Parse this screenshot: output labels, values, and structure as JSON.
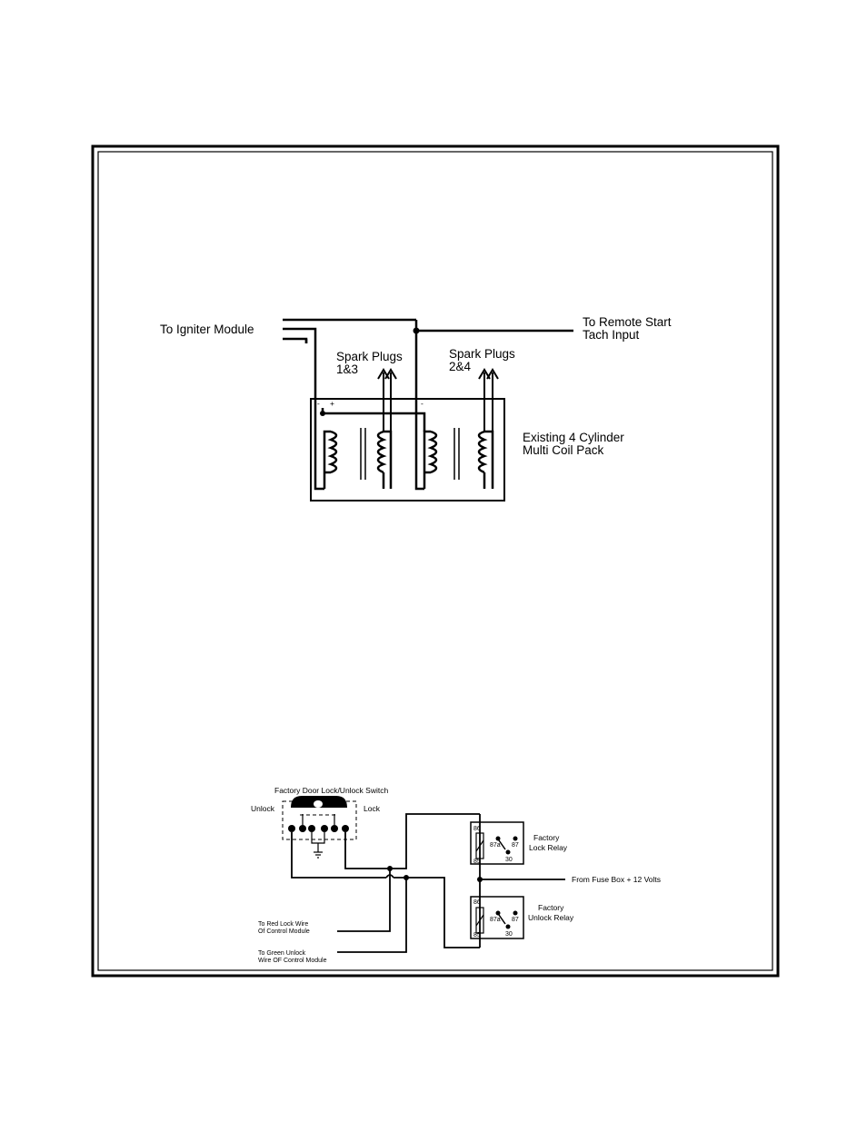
{
  "coil_diagram": {
    "igniter_label": "To Igniter Module",
    "tach_label_line1": "To Remote Start",
    "tach_label_line2": "Tach Input",
    "plugs_13_line1": "Spark Plugs",
    "plugs_13_line2": "1&3",
    "plugs_24_line1": "Spark Plugs",
    "plugs_24_line2": "2&4",
    "coil_pack_line1": "Existing 4 Cylinder",
    "coil_pack_line2": "Multi Coil Pack",
    "terminal_minus_left": "-",
    "terminal_plus": "+",
    "terminal_minus_right": "-"
  },
  "lock_diagram": {
    "switch_title": "Factory Door Lock/Unlock Switch",
    "unlock_label": "Unlock",
    "lock_label": "Lock",
    "lock_relay_line1": "Factory",
    "lock_relay_line2": "Lock Relay",
    "unlock_relay_line1": "Factory",
    "unlock_relay_line2": "Unlock Relay",
    "fuse_label": "From Fuse Box + 12 Volts",
    "red_wire_line1": "To Red Lock Wire",
    "red_wire_line2": "Of Control Module",
    "green_wire_line1": "To Green Unlock",
    "green_wire_line2": "Wire OF Control Module",
    "pin_86": "86",
    "pin_85": "85",
    "pin_87a": "87a",
    "pin_87": "87",
    "pin_30": "30"
  }
}
